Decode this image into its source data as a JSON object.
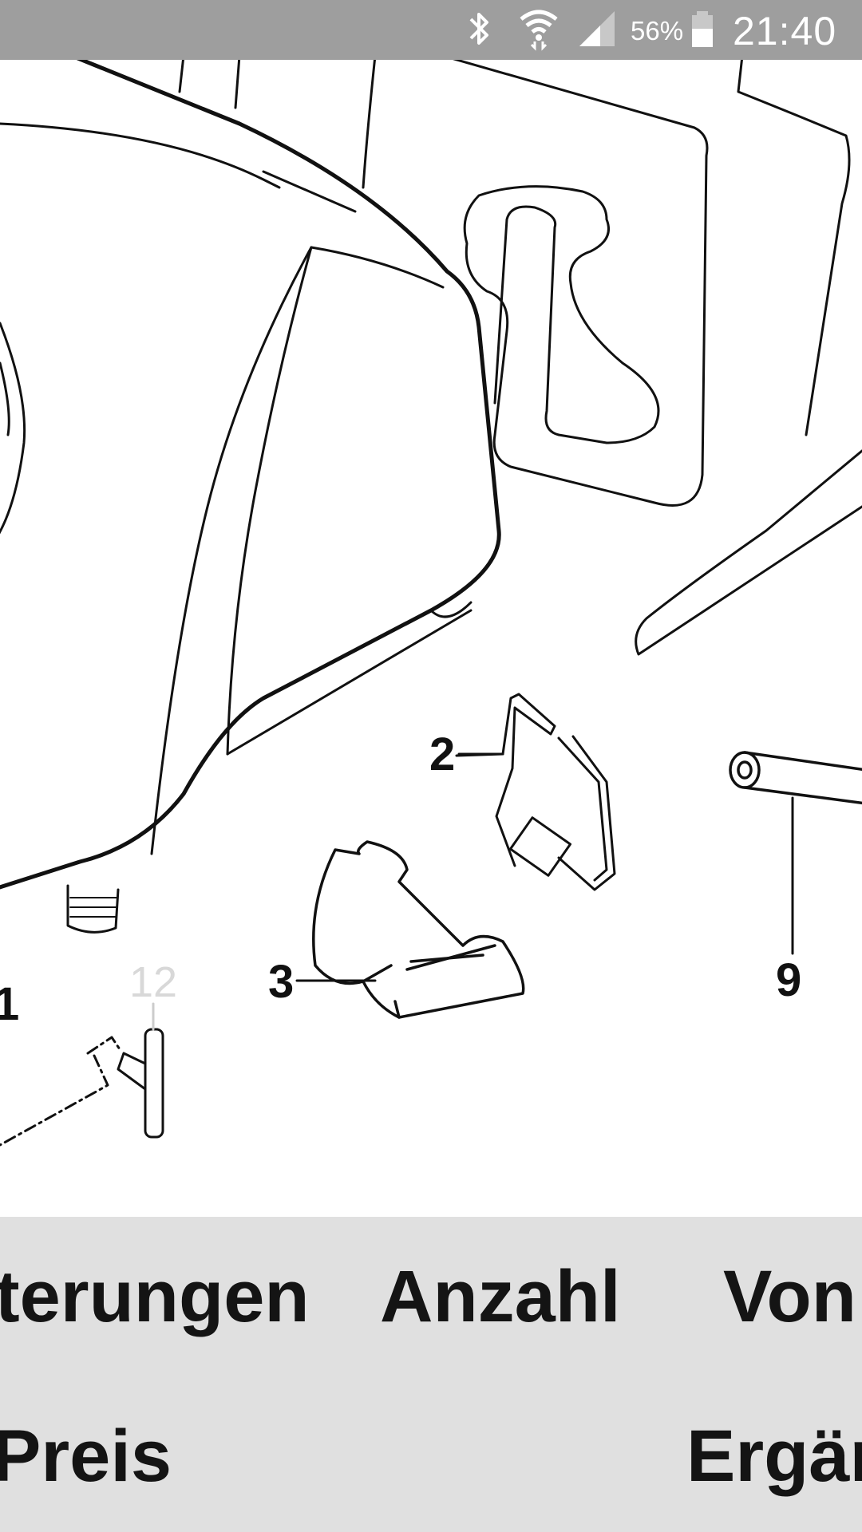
{
  "status_bar": {
    "battery_percent": "56%",
    "time": "21:40",
    "icons": [
      "bluetooth-icon",
      "wifi-icon",
      "signal-icon",
      "battery-icon"
    ]
  },
  "diagram": {
    "callouts": [
      "1",
      "12",
      "3",
      "2",
      "9"
    ]
  },
  "table_header": {
    "row1": [
      "terungen",
      "Anzahl",
      "Von"
    ],
    "row2": [
      "Preis",
      "Ergän"
    ]
  }
}
